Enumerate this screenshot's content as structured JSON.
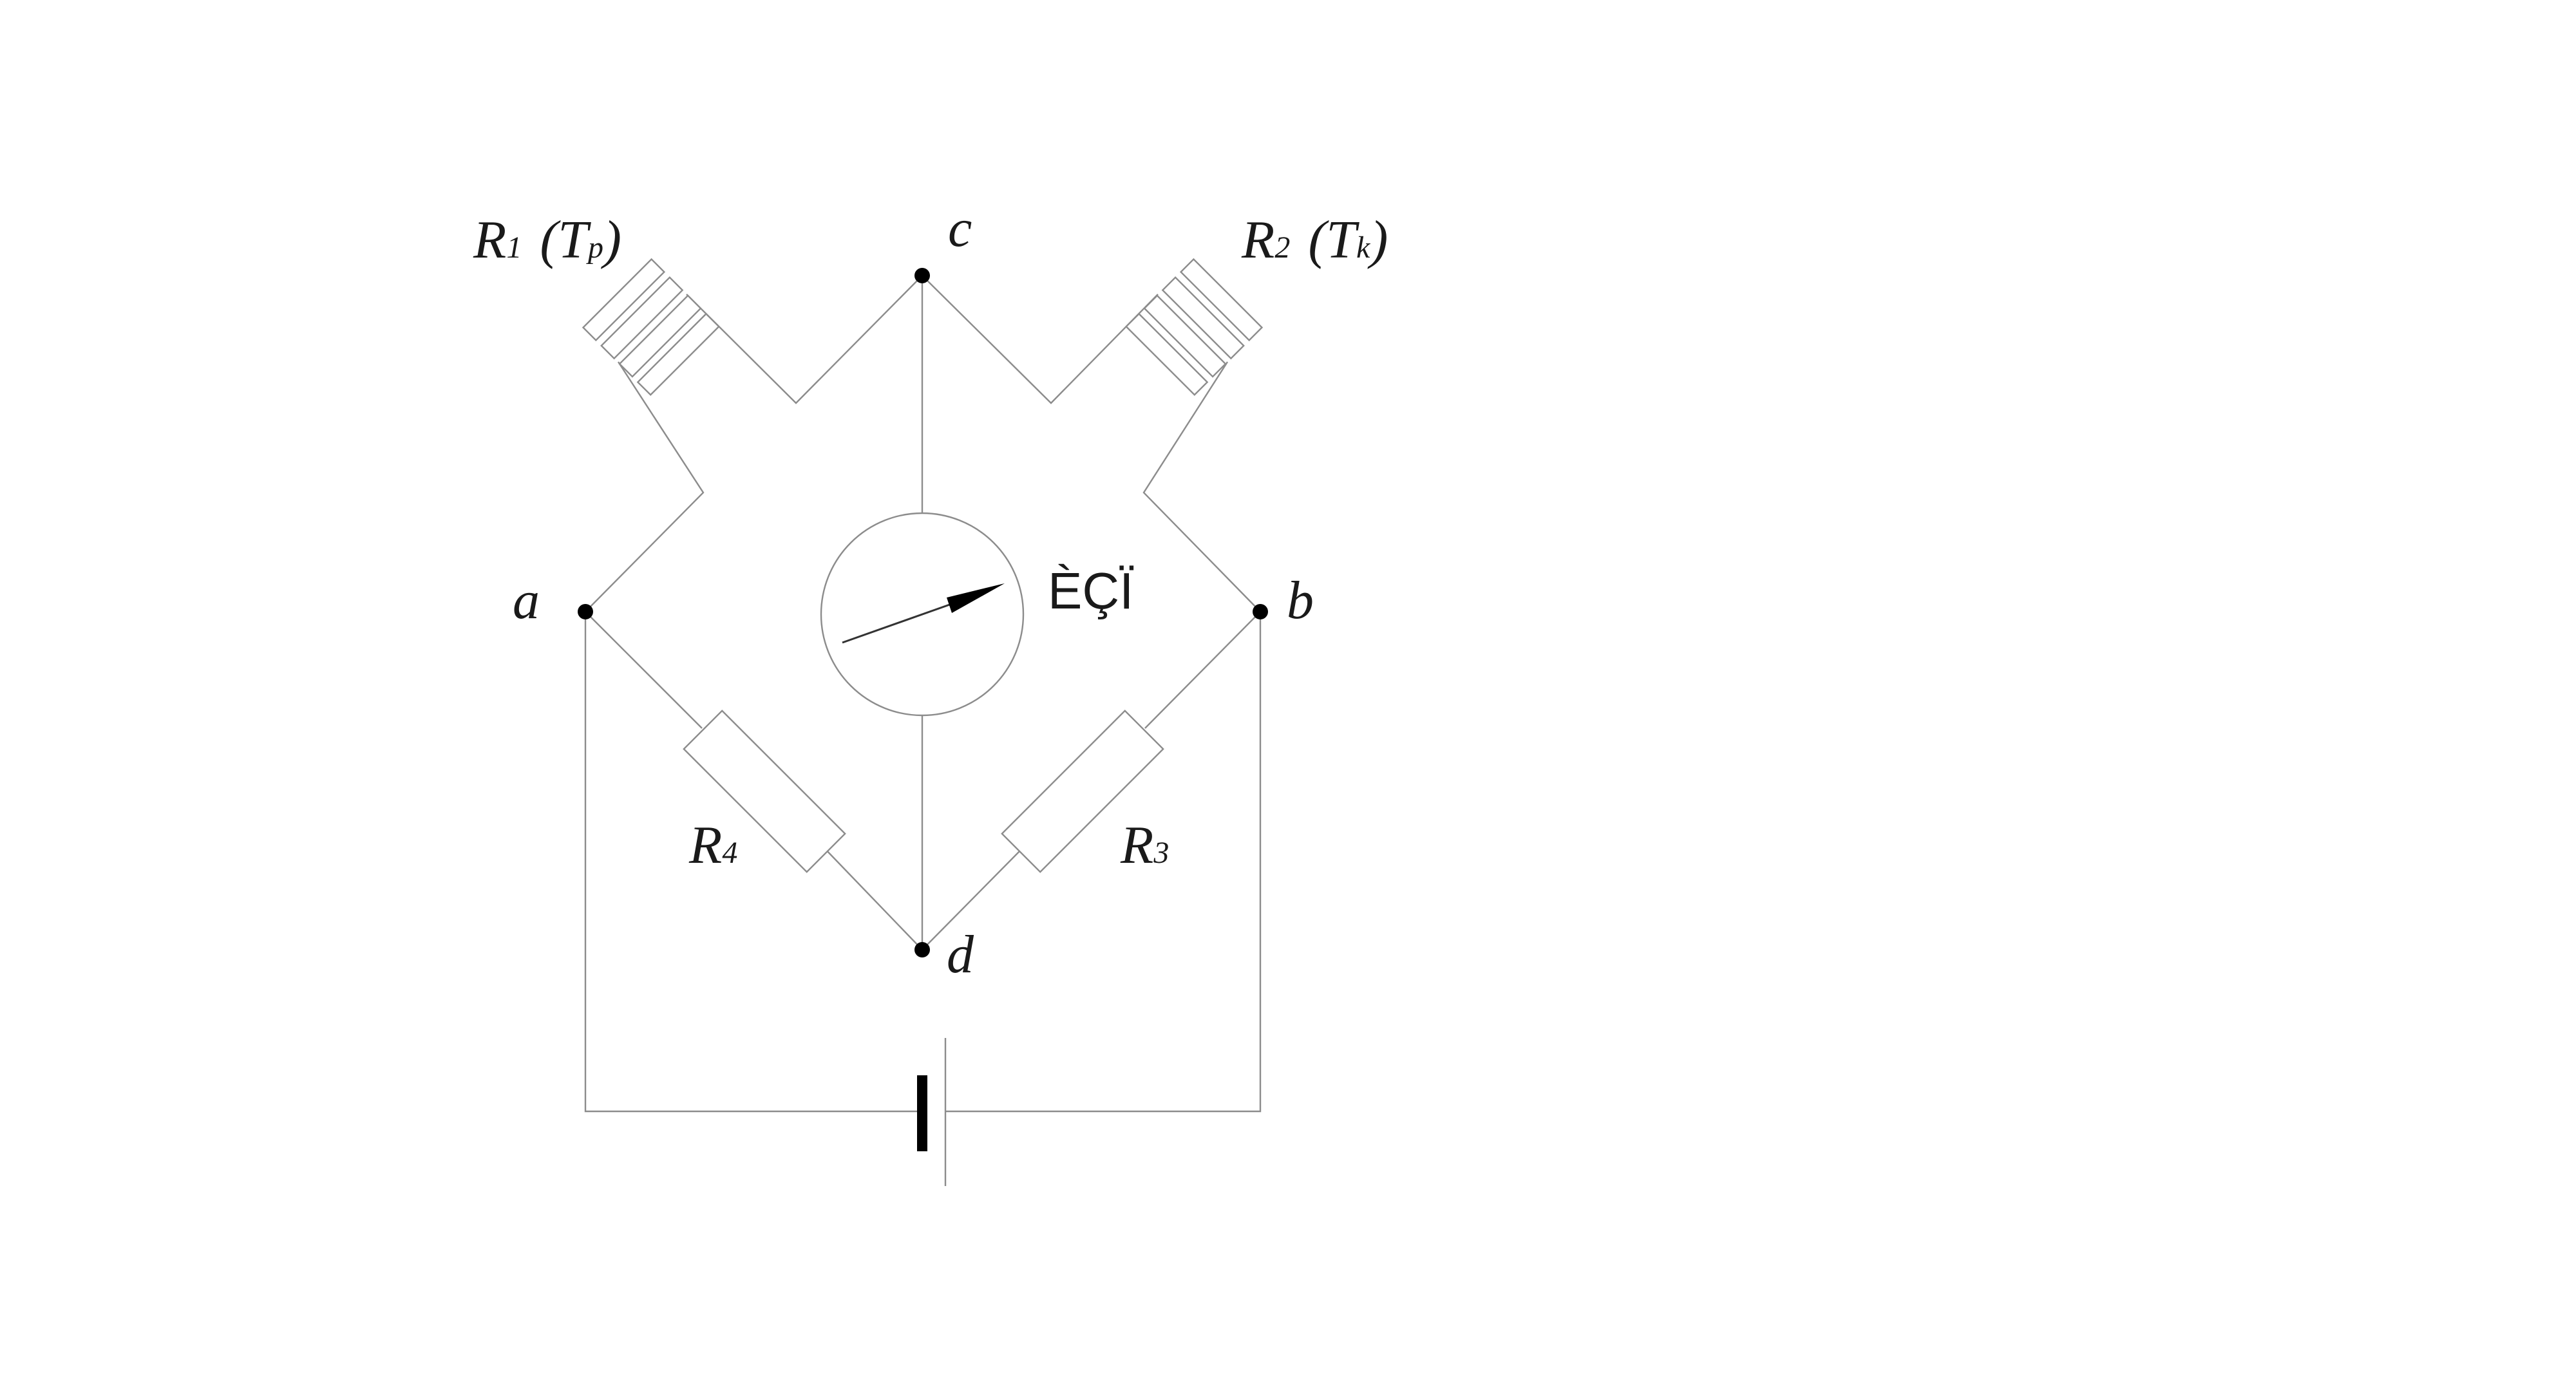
{
  "nodes": {
    "a": "a",
    "b": "b",
    "c": "c",
    "d": "d"
  },
  "resistors": {
    "r1": {
      "letter": "R",
      "index": "1",
      "temp_open": "(T",
      "temp_sub": "p",
      "temp_close": ")"
    },
    "r2": {
      "letter": "R",
      "index": "2",
      "temp_open": "(T",
      "temp_sub": "k",
      "temp_close": ")"
    },
    "r3": {
      "letter": "R",
      "index": "3"
    },
    "r4": {
      "letter": "R",
      "index": "4"
    }
  },
  "meter": {
    "label": "ÈÇÏ"
  },
  "colors": {
    "wire": "#8c8c8c",
    "node": "#000000",
    "text": "#1a1a1a"
  }
}
